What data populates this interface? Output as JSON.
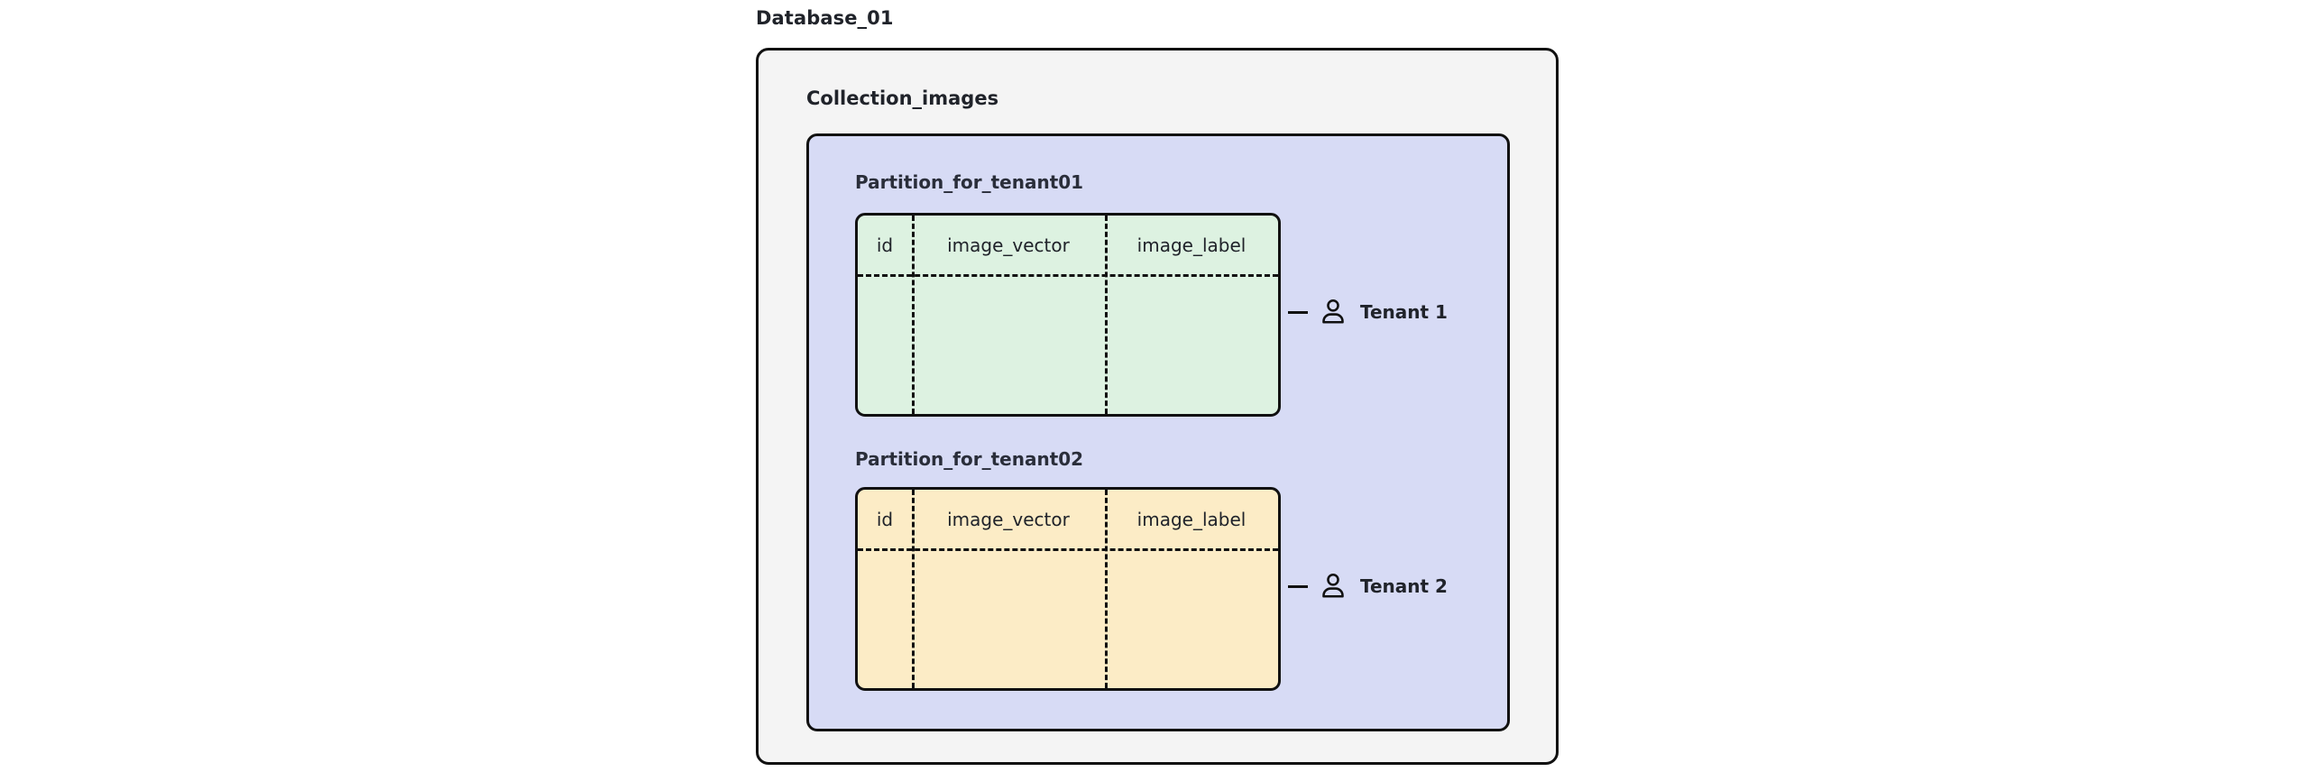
{
  "diagram": {
    "type": "milvus-multi-tenancy-partition-diagram",
    "database": {
      "label": "Database_01",
      "collection": {
        "label": "Collection_images",
        "partitions": [
          {
            "label": "Partition_for_tenant01",
            "fill_color": "#ddf2e1",
            "columns": [
              "id",
              "image_vector",
              "image_label"
            ],
            "tenant": {
              "label": "Tenant 1",
              "icon": "person-icon",
              "connector": "line"
            }
          },
          {
            "label": "Partition_for_tenant02",
            "fill_color": "#fcecc6",
            "columns": [
              "id",
              "image_vector",
              "image_label"
            ],
            "tenant": {
              "label": "Tenant 2",
              "icon": "person-icon",
              "connector": "line"
            }
          }
        ]
      }
    }
  },
  "colors": {
    "background": "#ffffff",
    "database_fill": "#f4f4f4",
    "collection_fill": "#d7dbf5",
    "partition_1_fill": "#ddf2e1",
    "partition_2_fill": "#fcecc6",
    "stroke": "#111111",
    "text": "#20232a"
  }
}
